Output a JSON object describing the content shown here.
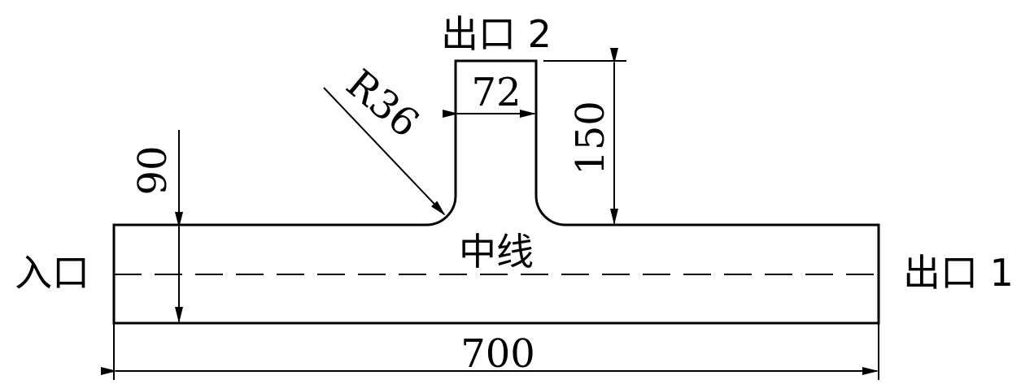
{
  "labels": {
    "inlet": "入口",
    "outlet1": "出口 1",
    "outlet2": "出口 2",
    "centerline": "中线"
  },
  "dimensions": {
    "total_length": "700",
    "main_height": "90",
    "branch_width": "72",
    "branch_height": "150",
    "fillet_radius": "R36"
  },
  "colors": {
    "line": "#000000",
    "background": "#ffffff"
  }
}
